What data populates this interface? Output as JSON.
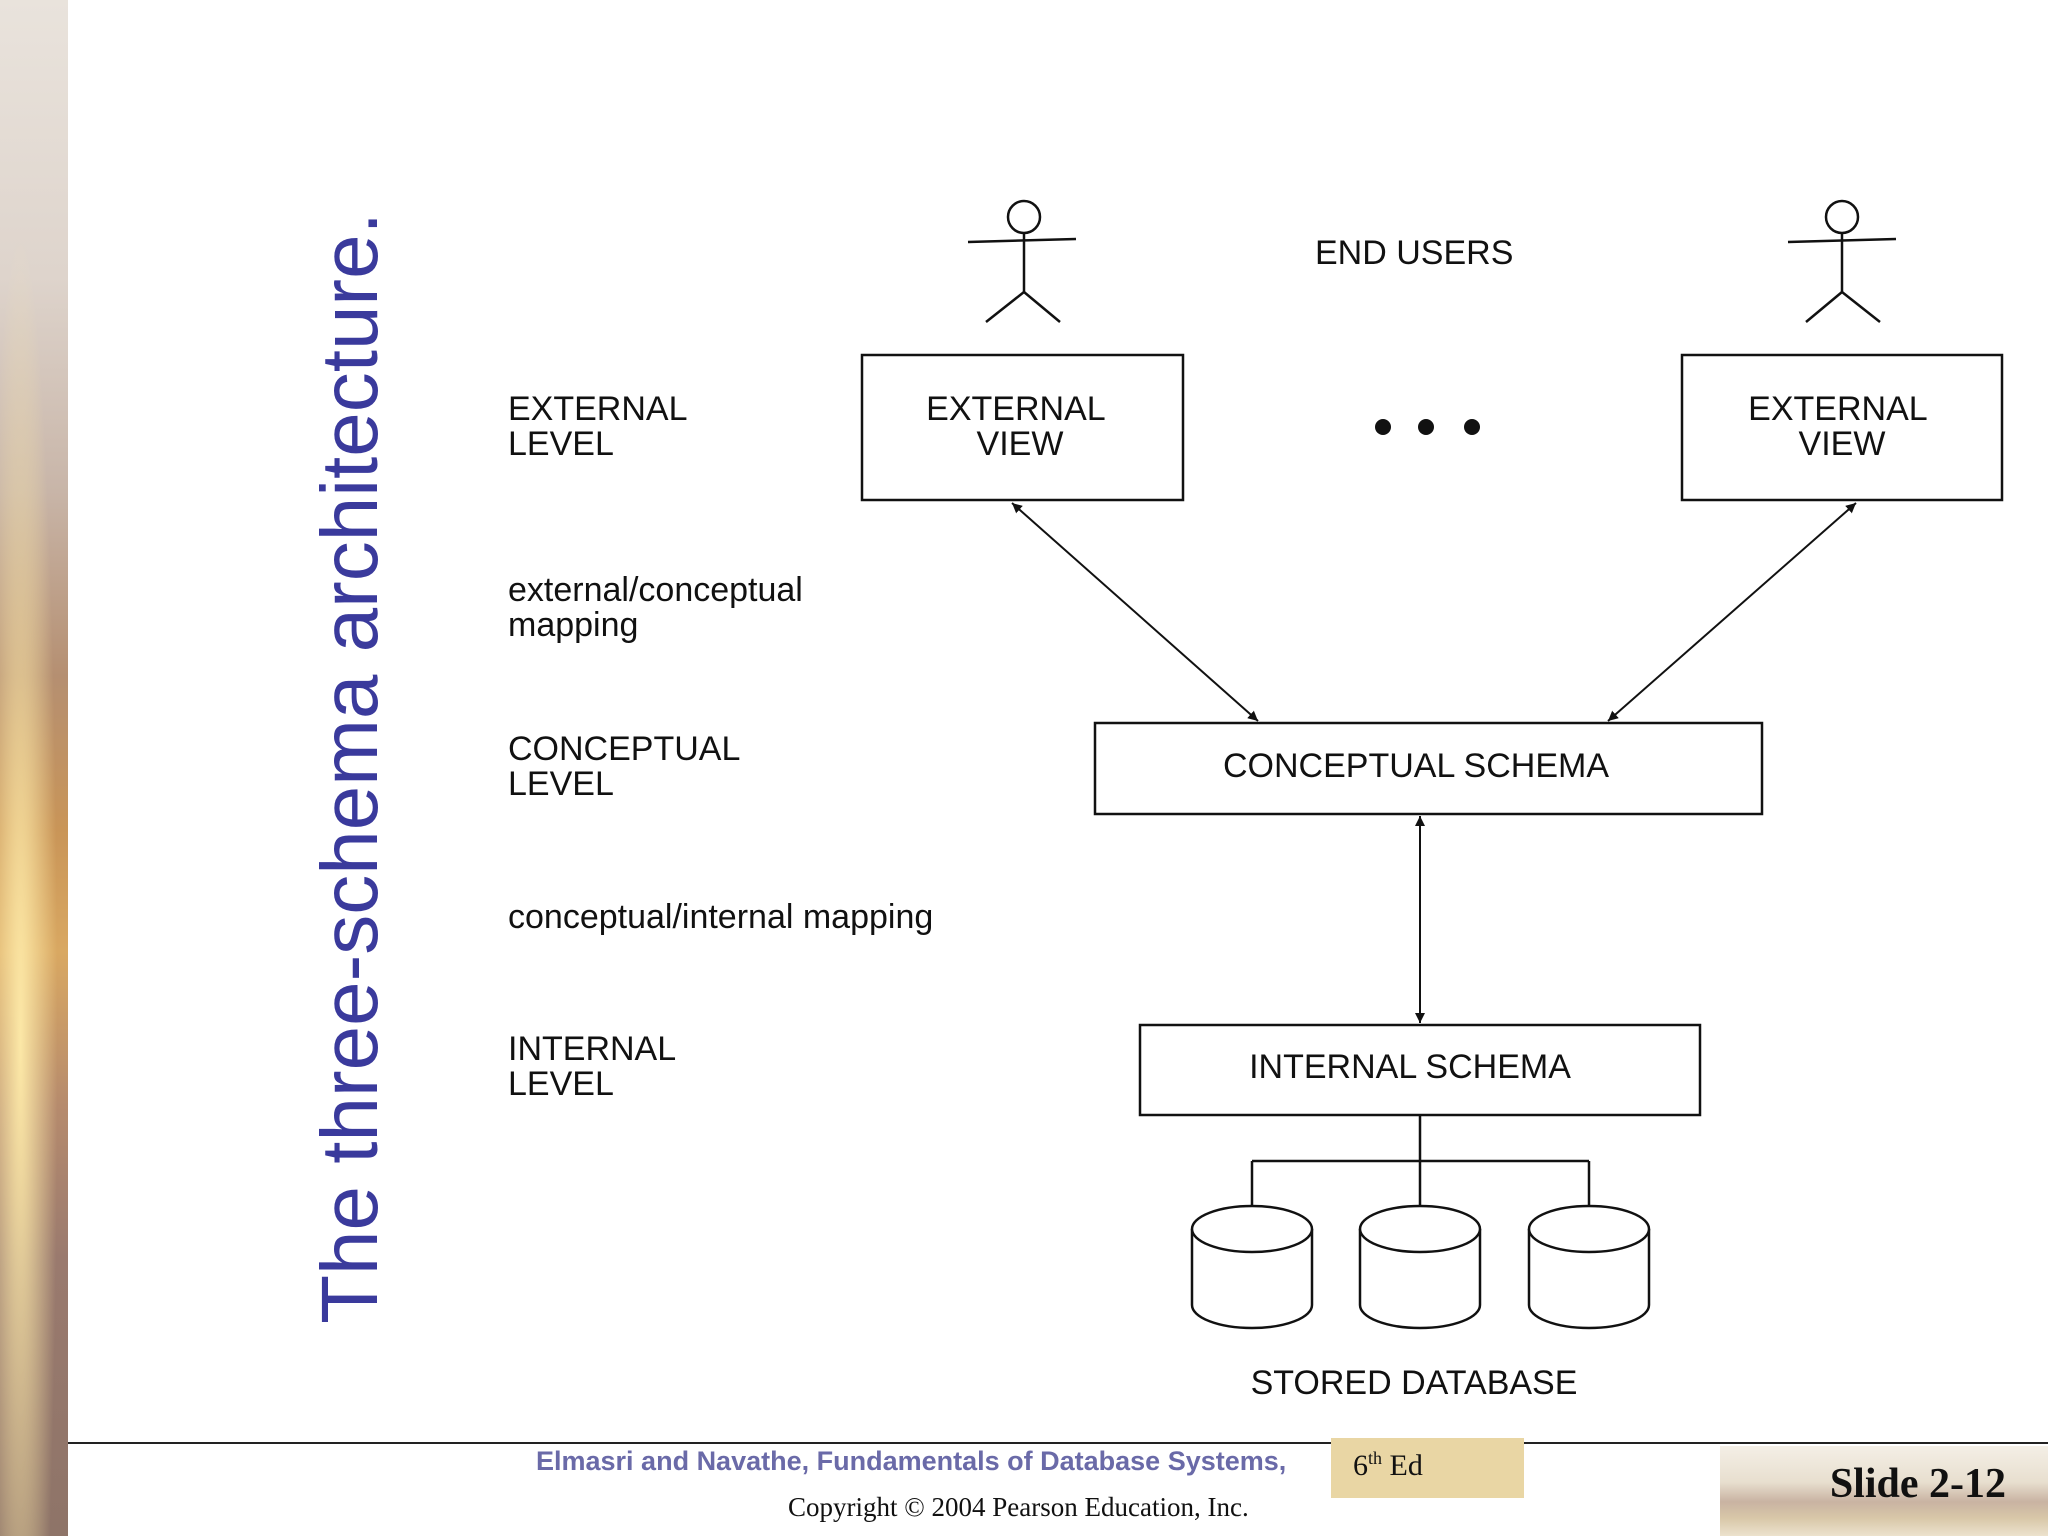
{
  "slide": {
    "title": "The three-schema architecture.",
    "number": "Slide 2-12"
  },
  "diagram": {
    "end_users": "END USERS",
    "ellipsis": "• • •",
    "levels": {
      "external": [
        "EXTERNAL",
        "LEVEL"
      ],
      "external_conceptual_mapping": [
        "external/conceptual",
        "mapping"
      ],
      "conceptual": [
        "CONCEPTUAL",
        "LEVEL"
      ],
      "conceptual_internal_mapping": "conceptual/internal mapping",
      "internal": [
        "INTERNAL",
        "LEVEL"
      ]
    },
    "external_view_left": [
      "EXTERNAL",
      "VIEW"
    ],
    "external_view_right": [
      "EXTERNAL",
      "VIEW"
    ],
    "conceptual_schema": "CONCEPTUAL SCHEMA",
    "internal_schema": "INTERNAL SCHEMA",
    "stored_database": "STORED DATABASE"
  },
  "footer": {
    "book": "Elmasri and Navathe, Fundamentals of Database Systems,",
    "edition_num": "6",
    "edition_sup": "th",
    "edition_label": " Ed",
    "copyright": "Copyright © 2004 Pearson Education, Inc."
  }
}
